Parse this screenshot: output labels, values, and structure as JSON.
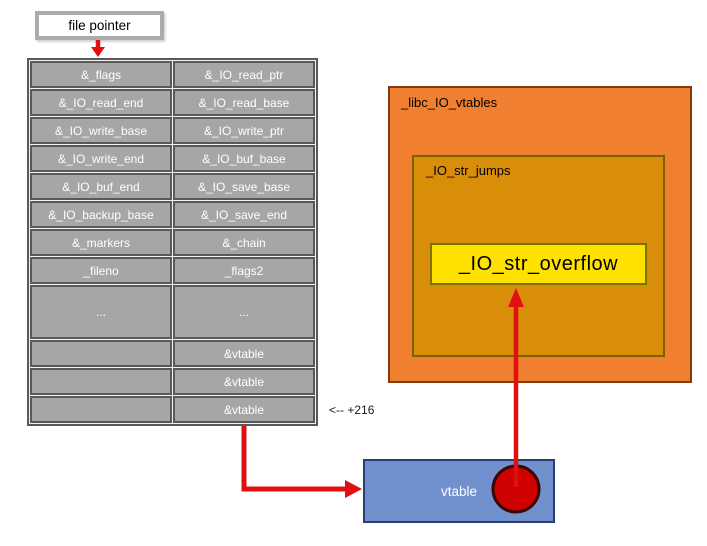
{
  "colors": {
    "canvas-bg": "#ffffff",
    "cell-bg": "#a6a6a6",
    "cell-border": "#595959",
    "cell-text": "#ffffff",
    "outer-box-bg": "#f0802f",
    "outer-box-border": "#843c0c",
    "inner-box-bg": "#d98e09",
    "inner-box-border": "#7f6000",
    "yellow-box-bg": "#ffe100",
    "yellow-box-border": "#7f7000",
    "blue-box-bg": "#7090ce",
    "blue-box-border": "#2a3f6f",
    "arrow-red": "#e01010",
    "circle-fill": "#ce0000",
    "circle-border": "#3a0505"
  },
  "file_pointer": {
    "label": "file pointer"
  },
  "struct_table": {
    "rows": [
      {
        "left": "&_flags",
        "right": "&_IO_read_ptr"
      },
      {
        "left": "&_IO_read_end",
        "right": "&_IO_read_base"
      },
      {
        "left": "&_IO_write_base",
        "right": "&_IO_write_ptr"
      },
      {
        "left": "&_IO_write_end",
        "right": "&_IO_buf_base"
      },
      {
        "left": "&_IO_buf_end",
        "right": "&_IO_save_base"
      },
      {
        "left": "&_IO_backup_base",
        "right": "&_IO_save_end"
      },
      {
        "left": "&_markers",
        "right": "&_chain"
      },
      {
        "left": "_fileno",
        "right": "_flags2"
      },
      {
        "left": "...",
        "right": "..."
      },
      {
        "left": "",
        "right": "&vtable"
      },
      {
        "left": "",
        "right": "&vtable"
      },
      {
        "left": "",
        "right": "&vtable"
      }
    ]
  },
  "annotations": {
    "vtable_offset": "<-- +216"
  },
  "vtables_region": {
    "outer_label": "_libc_IO_vtables",
    "inner_label": "_IO_str_jumps",
    "function_label": "_IO_str_overflow"
  },
  "vtable_box": {
    "label": "vtable"
  }
}
